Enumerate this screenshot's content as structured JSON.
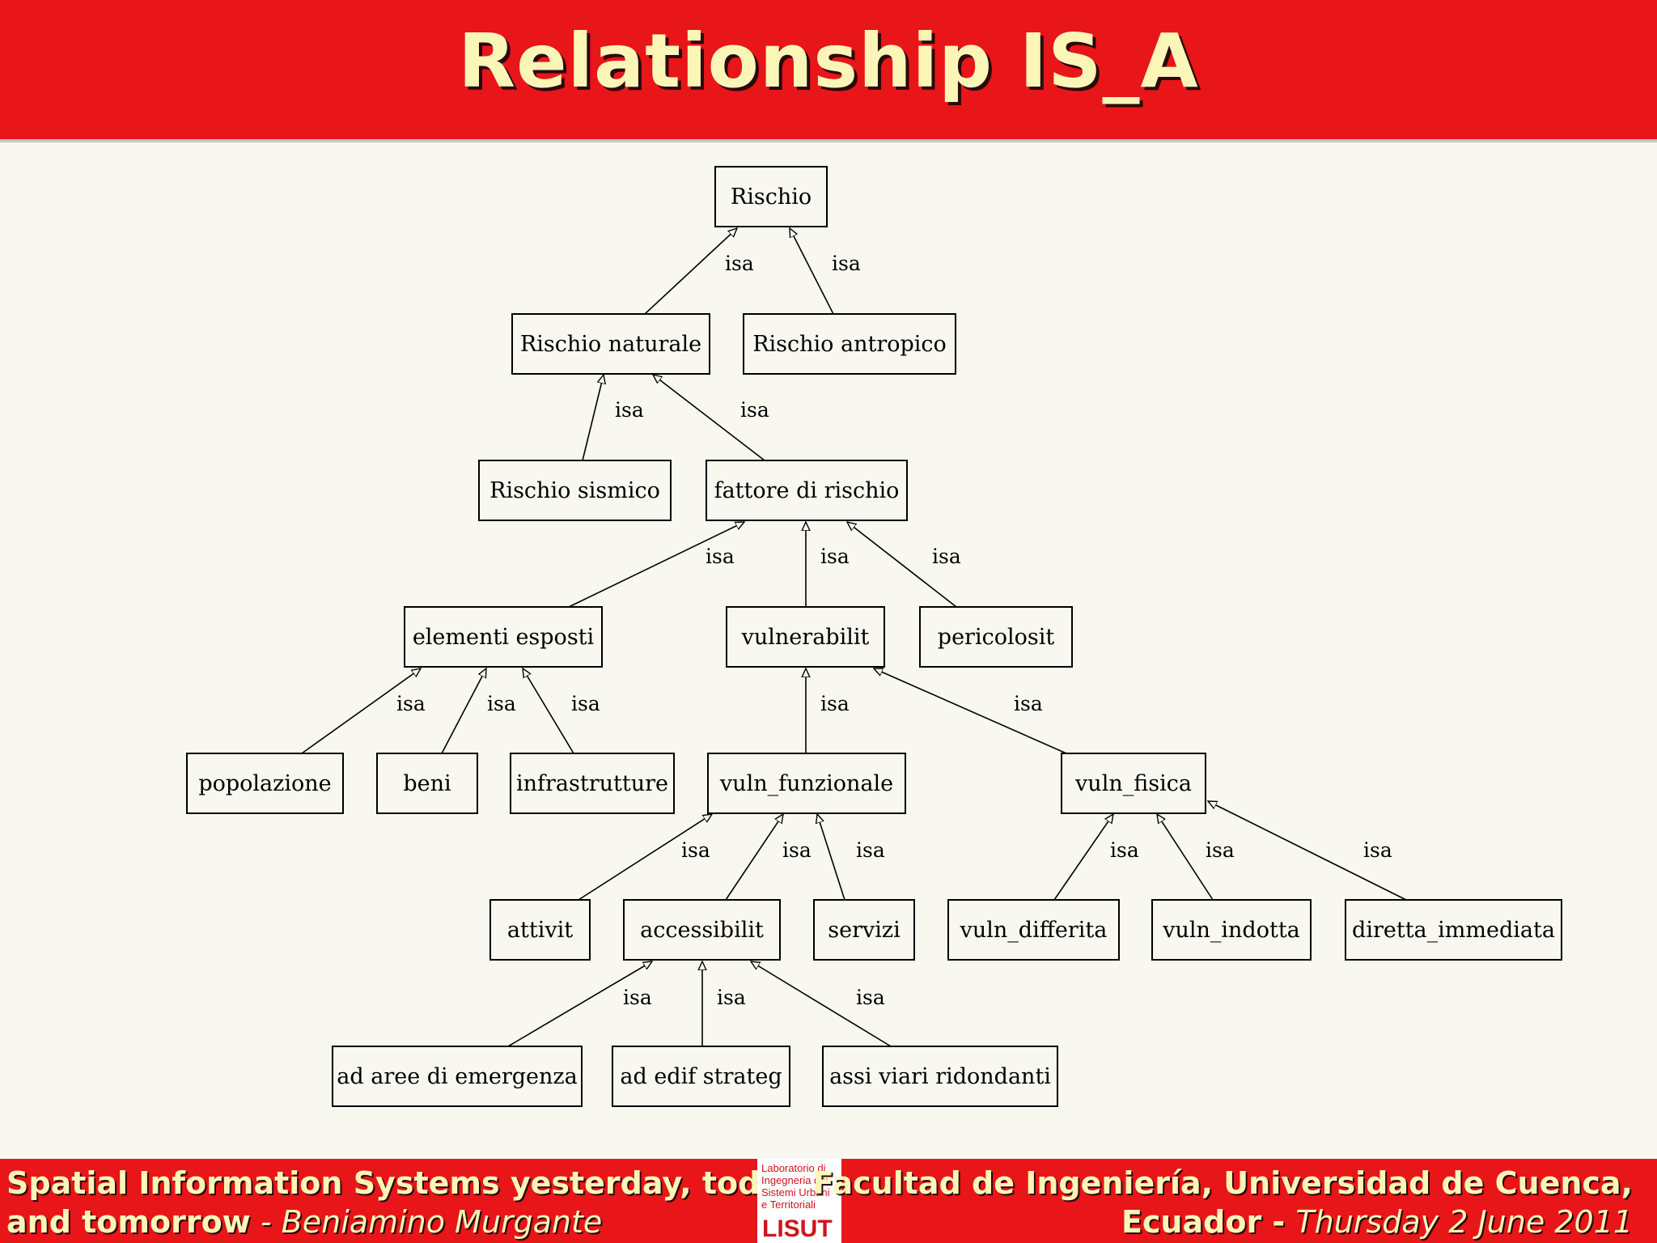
{
  "slide": {
    "title": "Relationship IS_A"
  },
  "diagram": {
    "edge_label": "isa",
    "nodes": [
      {
        "id": "rischio",
        "label": "Rischio"
      },
      {
        "id": "rischio_naturale",
        "label": "Rischio naturale"
      },
      {
        "id": "rischio_antropico",
        "label": "Rischio antropico"
      },
      {
        "id": "rischio_sismico",
        "label": "Rischio sismico"
      },
      {
        "id": "fattore_di_rischio",
        "label": "fattore di rischio"
      },
      {
        "id": "elementi_esposti",
        "label": "elementi esposti"
      },
      {
        "id": "vulnerabilit",
        "label": "vulnerabilit"
      },
      {
        "id": "pericolosit",
        "label": "pericolosit"
      },
      {
        "id": "popolazione",
        "label": "popolazione"
      },
      {
        "id": "beni",
        "label": "beni"
      },
      {
        "id": "infrastrutture",
        "label": "infrastrutture"
      },
      {
        "id": "vuln_funzionale",
        "label": "vuln_funzionale"
      },
      {
        "id": "vuln_fisica",
        "label": "vuln_fisica"
      },
      {
        "id": "attivit",
        "label": "attivit"
      },
      {
        "id": "accessibilit",
        "label": "accessibilit"
      },
      {
        "id": "servizi",
        "label": "servizi"
      },
      {
        "id": "vuln_differita",
        "label": "vuln_differita"
      },
      {
        "id": "vuln_indotta",
        "label": "vuln_indotta"
      },
      {
        "id": "diretta_immediata",
        "label": "diretta_immediata"
      },
      {
        "id": "ad_aree_di_emergenza",
        "label": "ad aree di emergenza"
      },
      {
        "id": "ad_edif_strateg",
        "label": "ad edif strateg"
      },
      {
        "id": "assi_viari_ridondanti",
        "label": "assi viari ridondanti"
      }
    ],
    "edges": [
      {
        "from": "rischio_naturale",
        "to": "rischio"
      },
      {
        "from": "rischio_antropico",
        "to": "rischio"
      },
      {
        "from": "rischio_sismico",
        "to": "rischio_naturale"
      },
      {
        "from": "fattore_di_rischio",
        "to": "rischio_naturale"
      },
      {
        "from": "elementi_esposti",
        "to": "fattore_di_rischio"
      },
      {
        "from": "vulnerabilit",
        "to": "fattore_di_rischio"
      },
      {
        "from": "pericolosit",
        "to": "fattore_di_rischio"
      },
      {
        "from": "popolazione",
        "to": "elementi_esposti"
      },
      {
        "from": "beni",
        "to": "elementi_esposti"
      },
      {
        "from": "infrastrutture",
        "to": "elementi_esposti"
      },
      {
        "from": "vuln_funzionale",
        "to": "vulnerabilit"
      },
      {
        "from": "vuln_fisica",
        "to": "vulnerabilit"
      },
      {
        "from": "attivit",
        "to": "vuln_funzionale"
      },
      {
        "from": "accessibilit",
        "to": "vuln_funzionale"
      },
      {
        "from": "servizi",
        "to": "vuln_funzionale"
      },
      {
        "from": "vuln_differita",
        "to": "vuln_fisica"
      },
      {
        "from": "vuln_indotta",
        "to": "vuln_fisica"
      },
      {
        "from": "diretta_immediata",
        "to": "vuln_fisica"
      },
      {
        "from": "ad_aree_di_emergenza",
        "to": "accessibilit"
      },
      {
        "from": "ad_edif_strateg",
        "to": "accessibilit"
      },
      {
        "from": "assi_viari_ridondanti",
        "to": "accessibilit"
      }
    ]
  },
  "footer": {
    "left_line1": "Spatial Information Systems yesterday, today",
    "left_line2_bold": "and tomorrow",
    "left_line2_sep": " - ",
    "left_line2_italic": "Beniamino Murgante",
    "right_line1": "Facultad de Ingeniería, Universidad de Cuenca,",
    "right_line2_bold": "Ecuador - ",
    "right_line2_italic": "Thursday 2 June 2011",
    "logo_text": "Laboratorio di\nIngegneria dei\nSistemi Urbani\ne Territoriali",
    "logo_mark": "LISUT"
  }
}
